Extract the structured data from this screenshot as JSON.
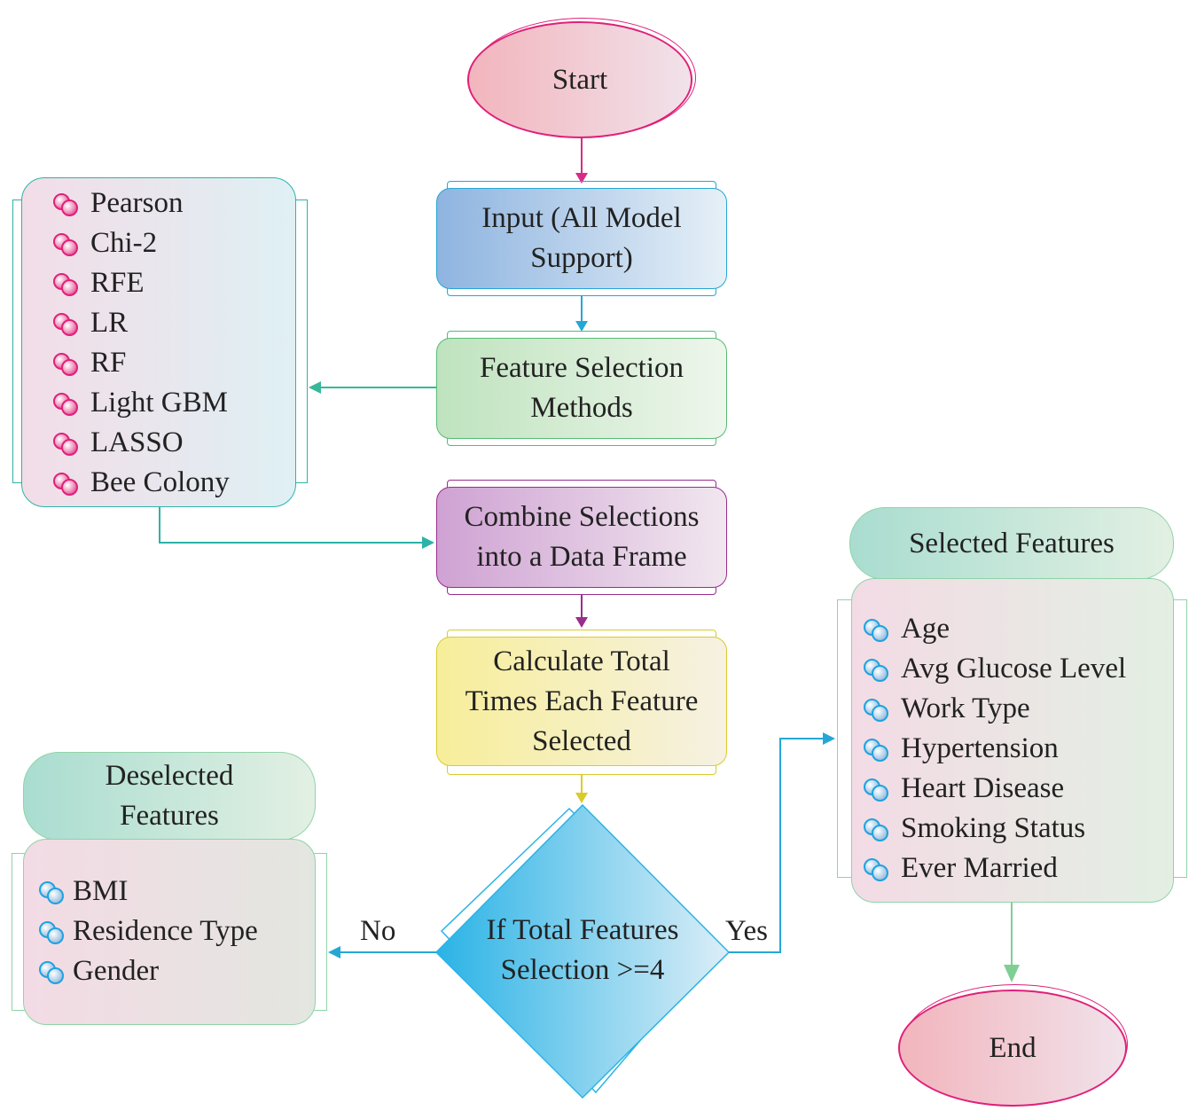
{
  "start": "Start",
  "input": "Input (All Model Support)",
  "feature_selection": "Feature Selection Methods",
  "methods": [
    "Pearson",
    "Chi-2",
    "RFE",
    "LR",
    "RF",
    "Light GBM",
    "LASSO",
    "Bee Colony"
  ],
  "combine": "Combine Selections into a Data Frame",
  "calculate": "Calculate Total Times Each Feature Selected",
  "decision": "If Total Features Selection >=4",
  "no_label": "No",
  "yes_label": "Yes",
  "selected_header": "Selected Features",
  "selected_features": [
    "Age",
    "Avg Glucose Level",
    "Work Type",
    "Hypertension",
    "Heart Disease",
    "Smoking Status",
    "Ever Married"
  ],
  "deselected_header": "Deselected Features",
  "deselected_features": [
    "BMI",
    "Residence Type",
    "Gender"
  ],
  "end": "End"
}
